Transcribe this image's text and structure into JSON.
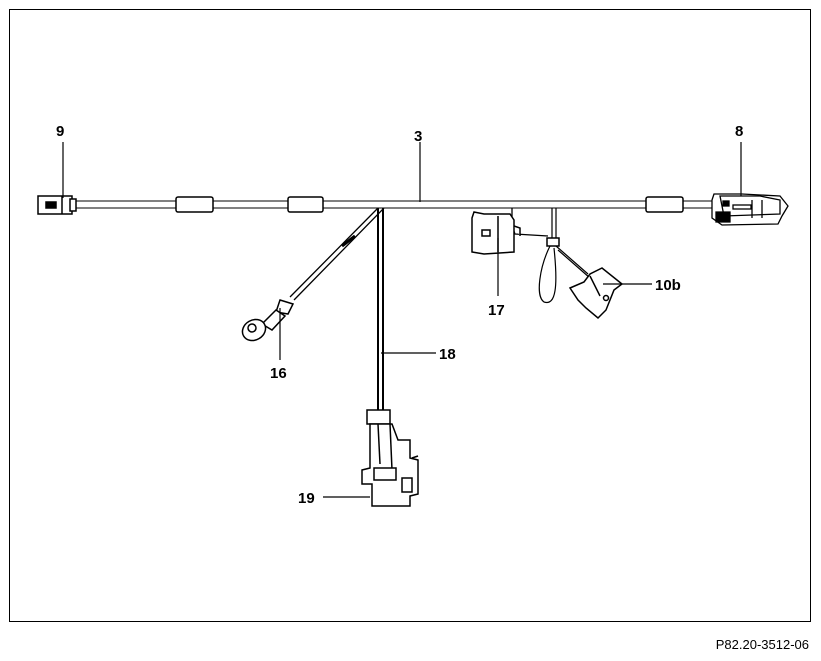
{
  "callouts": {
    "c9": "9",
    "c3": "3",
    "c8": "8",
    "c17": "17",
    "c10b": "10b",
    "c16": "16",
    "c18": "18",
    "c19": "19"
  },
  "figure_code": "P82.20-3512-06",
  "colors": {
    "line": "#000000",
    "background": "#ffffff"
  }
}
